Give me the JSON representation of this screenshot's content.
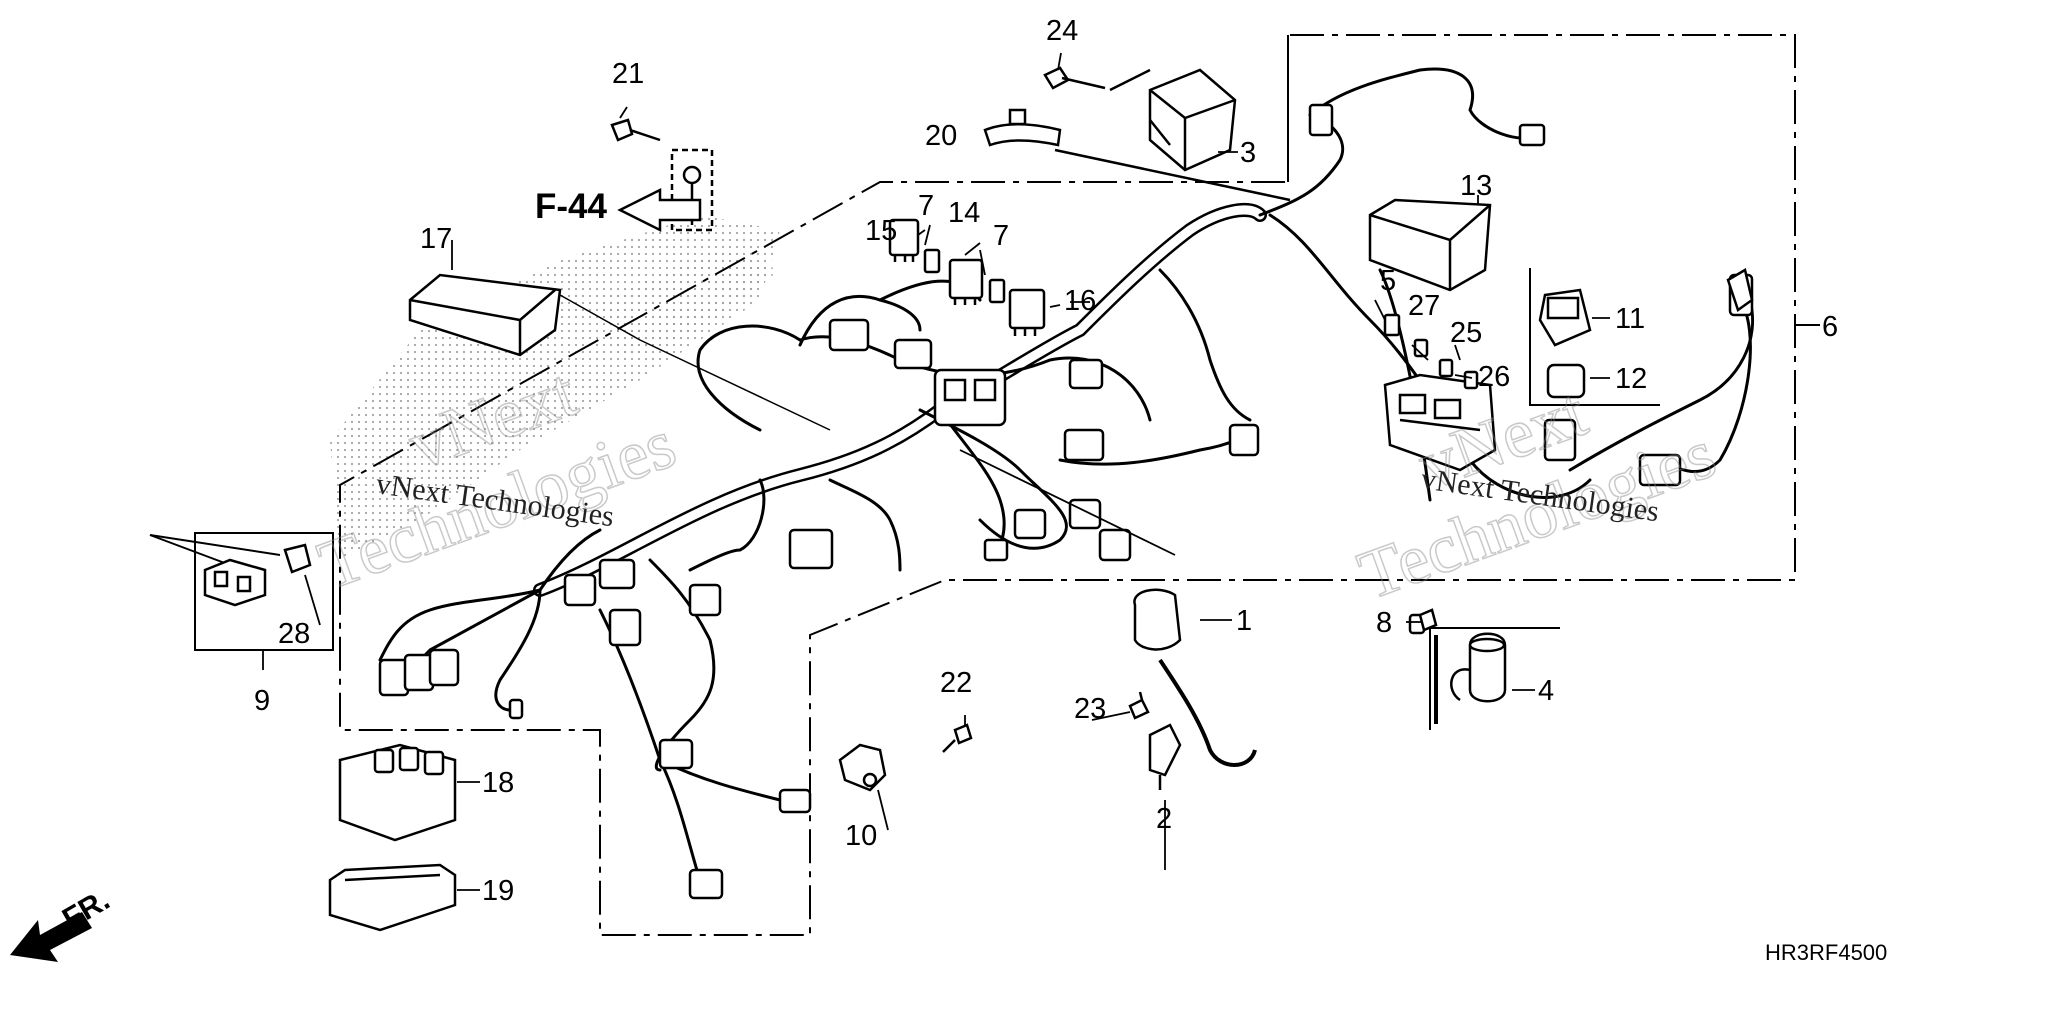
{
  "diagram": {
    "code": "HR3RF4500",
    "page_ref": "F-44",
    "front_label": "FR.",
    "watermark": {
      "line1": "vNext",
      "line2": "Technologies",
      "small": "vNext Technologies"
    },
    "callouts": {
      "c1": "1",
      "c2": "2",
      "c3": "3",
      "c4": "4",
      "c5": "5",
      "c6": "6",
      "c7a": "7",
      "c7b": "7",
      "c8": "8",
      "c9": "9",
      "c10": "10",
      "c11": "11",
      "c12": "12",
      "c13": "13",
      "c14": "14",
      "c15": "15",
      "c16": "16",
      "c17": "17",
      "c18": "18",
      "c19": "19",
      "c20": "20",
      "c21": "21",
      "c22": "22",
      "c23": "23",
      "c24": "24",
      "c25": "25",
      "c26": "26",
      "c27": "27",
      "c28": "28"
    }
  }
}
